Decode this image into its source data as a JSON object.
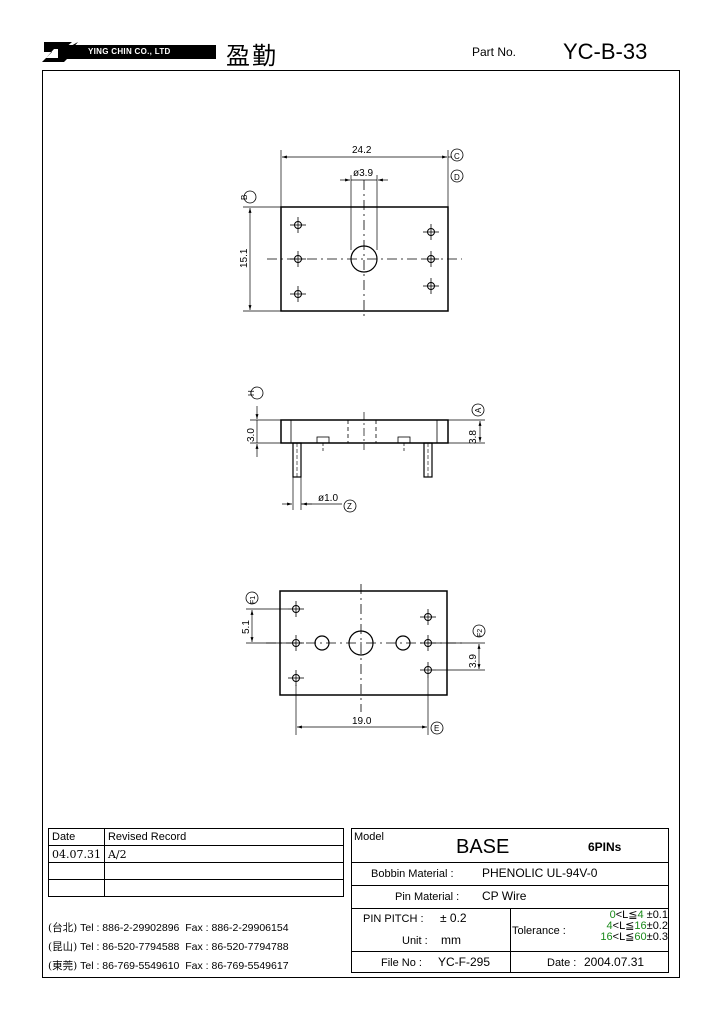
{
  "header": {
    "company_en": "YING CHIN CO., LTD",
    "company_cn": "盈勤",
    "part_no_label": "Part  No.",
    "part_no": "YC-B-33"
  },
  "drawing": {
    "top_view": {
      "width_dim": "24.2",
      "hole_dim": "ø3.9",
      "height_dim": "15.1",
      "tag_b": "B",
      "tag_c": "C",
      "tag_d": "D"
    },
    "side_view": {
      "thickness_dim": "3.0",
      "pin_height_dim": "3.8",
      "pin_dia_dim": "ø1.0",
      "tag_h": "H",
      "tag_a": "A",
      "tag_z": "Z"
    },
    "bottom_view": {
      "offset_dim": "5.1",
      "pitch_dim": "3.9",
      "span_dim": "19.0",
      "tag_f1": "F1",
      "tag_f2": "F2",
      "tag_e": "E"
    }
  },
  "revision_table": {
    "headers": [
      "Date",
      "Revised  Record"
    ],
    "rows": [
      [
        "04.07.31",
        "A/2"
      ],
      [
        "",
        ""
      ],
      [
        "",
        ""
      ]
    ]
  },
  "contacts": [
    {
      "city": "(台北)",
      "tel": "Tel : 886-2-29902896",
      "fax": "Fax : 886-2-29906154"
    },
    {
      "city": "(昆山)",
      "tel": "Tel : 86-520-7794588",
      "fax": "Fax : 86-520-7794788"
    },
    {
      "city": "(東莞)",
      "tel": "Tel : 86-769-5549610",
      "fax": "Fax : 86-769-5549617"
    }
  ],
  "spec": {
    "model_label": "Model",
    "model": "BASE",
    "pins": "6PINs",
    "bobbin_label": "Bobbin  Material :",
    "bobbin": "PHENOLIC UL-94V-0",
    "pin_label": "Pin  Material :",
    "pin": "CP Wire",
    "pitch_label": "PIN  PITCH :",
    "pitch": "± 0.2",
    "unit_label": "Unit :",
    "unit": "mm",
    "file_label": "File  No :",
    "file": "YC-F-295",
    "tolerance_label": "Tolerance :",
    "tol_rows": [
      {
        "lo": "0",
        "op": "<L≦",
        "hi": "4",
        "tol": "±0.1"
      },
      {
        "lo": "4",
        "op": "<L≦",
        "hi": "16",
        "tol": "±0.2"
      },
      {
        "lo": "16",
        "op": "<L≦",
        "hi": "60",
        "tol": "±0.3"
      }
    ],
    "date_label": "Date :",
    "date": "2004.07.31"
  }
}
